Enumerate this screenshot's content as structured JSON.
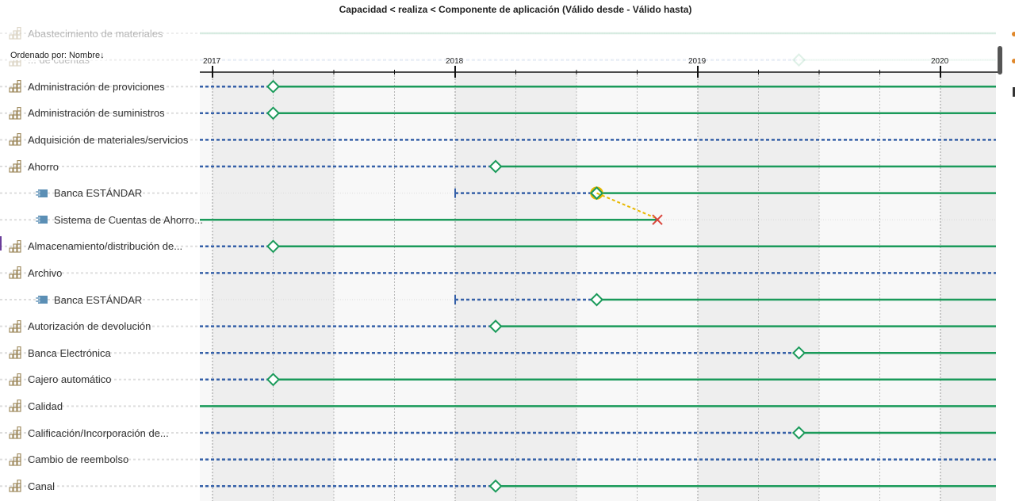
{
  "title": "Capacidad < realiza < Componente de aplicación (Válido desde - Válido hasta)",
  "sort_label": "Ordenado por: Nombre",
  "sort_icon": "↓",
  "colors": {
    "solid": "#1a9a5a",
    "dotted": "#3560a8",
    "diamond": "#1a9a5a",
    "highlight": "#e8b800",
    "cross": "#d9433a",
    "band_dark": "#eeeeee",
    "band_light": "#f8f8f8"
  },
  "axis": {
    "years": [
      "2017",
      "2018",
      "2019",
      "2020"
    ]
  },
  "rows": [
    {
      "label": "Abastecimiento de materiales",
      "icon": "capability-icon",
      "faded": true,
      "indent": 0,
      "start": null,
      "diamond": null,
      "end": null
    },
    {
      "label": "... de cuentas",
      "icon": "capability-icon",
      "faded": true,
      "indent": 0,
      "start": null,
      "diamond": "2019-06",
      "end": null
    },
    {
      "label": "Administración de proviciones",
      "icon": "capability-icon",
      "indent": 0,
      "start": null,
      "diamond": "2017-04",
      "end": null
    },
    {
      "label": "Administración de suministros",
      "icon": "capability-icon",
      "indent": 0,
      "start": null,
      "diamond": "2017-04",
      "end": null
    },
    {
      "label": "Adquisición de materiales/servicios",
      "icon": "capability-icon",
      "indent": 0,
      "start": null,
      "diamond": null,
      "end": null
    },
    {
      "label": "Ahorro",
      "icon": "capability-icon",
      "indent": 0,
      "start": null,
      "diamond": "2018-03",
      "end": null
    },
    {
      "label": "Banca ESTÁNDAR",
      "icon": "app-component-icon",
      "indent": 1,
      "start": "2018-01",
      "diamond": "2018-08",
      "highlight": true,
      "end": null
    },
    {
      "label": "Sistema de Cuentas de Ahorro...",
      "icon": "app-component-icon",
      "indent": 1,
      "start": null,
      "diamond": null,
      "end": "2018-11",
      "ended": true
    },
    {
      "label": "Almacenamiento/distribución de...",
      "icon": "capability-icon",
      "indent": 0,
      "start": null,
      "diamond": "2017-04",
      "end": null
    },
    {
      "label": "Archivo",
      "icon": "capability-icon",
      "indent": 0,
      "start": null,
      "diamond": null,
      "end": null
    },
    {
      "label": "Banca ESTÁNDAR",
      "icon": "app-component-icon",
      "indent": 1,
      "start": "2018-01",
      "diamond": "2018-08",
      "end": null
    },
    {
      "label": "Autorización de devolución",
      "icon": "capability-icon",
      "indent": 0,
      "start": null,
      "diamond": "2018-03",
      "end": null
    },
    {
      "label": "Banca Electrónica",
      "icon": "capability-icon",
      "indent": 0,
      "start": null,
      "diamond": "2019-06",
      "end": null
    },
    {
      "label": "Cajero automático",
      "icon": "capability-icon",
      "indent": 0,
      "start": null,
      "diamond": "2017-04",
      "end": null
    },
    {
      "label": "Calidad",
      "icon": "capability-icon",
      "indent": 0,
      "start": null,
      "diamond": null,
      "solid_only": true,
      "end": null
    },
    {
      "label": "Calificación/Incorporación de...",
      "icon": "capability-icon",
      "indent": 0,
      "start": null,
      "diamond": "2019-06",
      "end": null
    },
    {
      "label": "Cambio de reembolso",
      "icon": "capability-icon",
      "indent": 0,
      "start": null,
      "diamond": null,
      "end": null
    },
    {
      "label": "Canal",
      "icon": "capability-icon",
      "indent": 0,
      "start": null,
      "diamond": "2018-03",
      "end": null
    }
  ]
}
